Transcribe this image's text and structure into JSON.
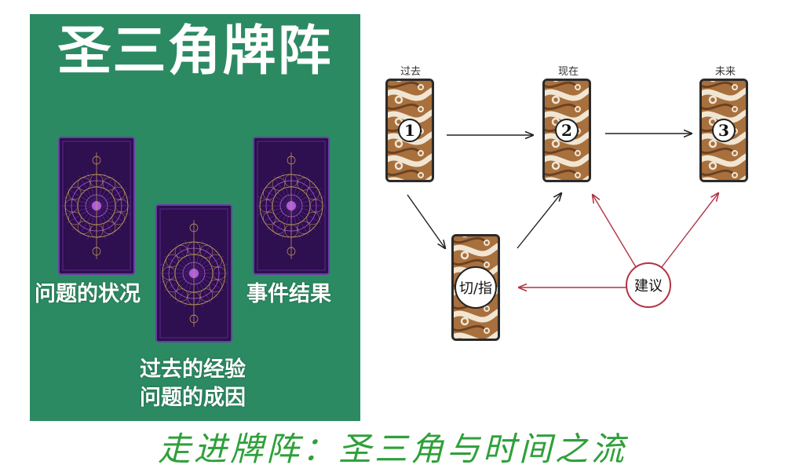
{
  "panel": {
    "title": "圣三角牌阵",
    "background": "#2b8a62",
    "card_back_color": "#2e0f4f",
    "labels": {
      "left": "问题的状况",
      "right": "事件结果",
      "bottom_line1": "过去的经验",
      "bottom_line2": "问题的成因"
    }
  },
  "diagram": {
    "headers": {
      "past": "过去",
      "present": "现在",
      "future": "未来"
    },
    "cards": [
      {
        "num": "1"
      },
      {
        "num": "2"
      },
      {
        "num": "3"
      }
    ],
    "cut_card_label": "切/指",
    "advice_label": "建议",
    "arrow_color_black": "#222222",
    "arrow_color_red": "#b23245"
  },
  "caption": "走进牌阵：圣三角与时间之流",
  "caption_color": "#2fa03a"
}
